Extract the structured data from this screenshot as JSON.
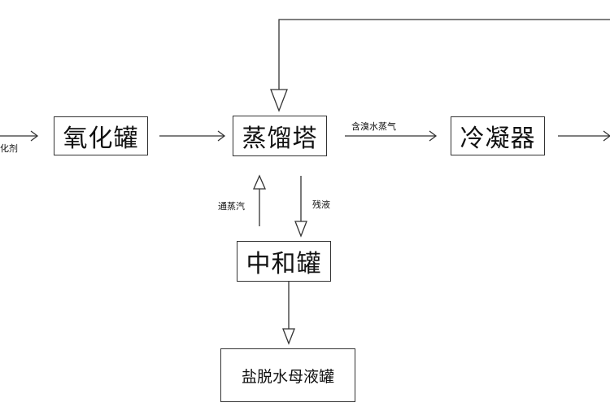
{
  "nodes": {
    "oxidation_tank": "氧化罐",
    "distillation_tower": "蒸馏塔",
    "condenser": "冷凝器",
    "neutralization_tank": "中和罐",
    "desalted_mother_liquor_tank": "盐脱水母液罐"
  },
  "edge_labels": {
    "inlet_partial": "化剂",
    "bromine_vapor": "含溴水蒸气",
    "steam_in": "通蒸汽",
    "residue": "残液"
  },
  "colors": {
    "line": "#333333",
    "text": "#111111",
    "background": "#ffffff"
  }
}
